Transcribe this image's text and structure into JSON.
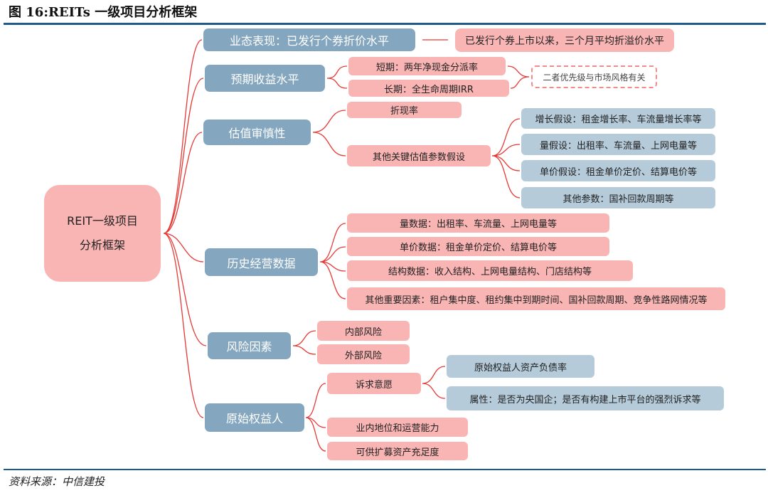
{
  "title": "图 16:REITs 一级项目分析框架",
  "root": {
    "line1": "REIT一级项目",
    "line2": "分析框架"
  },
  "nodes": {
    "n1": "业态表现：已发行个券折价水平",
    "n1a": "已发行个券上市以来，三个月平均折溢价水平",
    "n2": "预期收益水平",
    "n2a": "短期：两年净现金分派率",
    "n2b": "长期：全生命周期IRR",
    "n2note": "二者优先级与市场风格有关",
    "n3": "估值审慎性",
    "n3a": "折现率",
    "n3b": "其他关键估值参数假设",
    "n3b1": "增长假设：租金增长率、车流量增长率等",
    "n3b2": "量假设：出租率、车流量、上网电量等",
    "n3b3": "单价假设：租金单价定价、结算电价等",
    "n3b4": "其他参数：国补回款周期等",
    "n4": "历史经营数据",
    "n4a": "量数据：出租率、车流量、上网电量等",
    "n4b": "单价数据：租金单价定价、结算电价等",
    "n4c": "结构数据：收入结构、上网电量结构、门店结构等",
    "n4d": "其他重要因素：租户集中度、租约集中到期时间、国补回款周期、竞争性路网情况等",
    "n5": "风险因素",
    "n5a": "内部风险",
    "n5b": "外部风险",
    "n6": "原始权益人",
    "n6a": "诉求意愿",
    "n6a1": "原始权益人资产负债率",
    "n6a2": "属性：是否为央国企；是否有构建上市平台的强烈诉求等",
    "n6b": "业内地位和运营能力",
    "n6c": "可供扩募资产充足度"
  },
  "source": "资料来源：中信建投",
  "colors": {
    "blue": "#84a6be",
    "pink": "#f9b4b4",
    "lightblue": "#b5cbda",
    "line": "#e53935",
    "rule": "#1f5a8a"
  }
}
